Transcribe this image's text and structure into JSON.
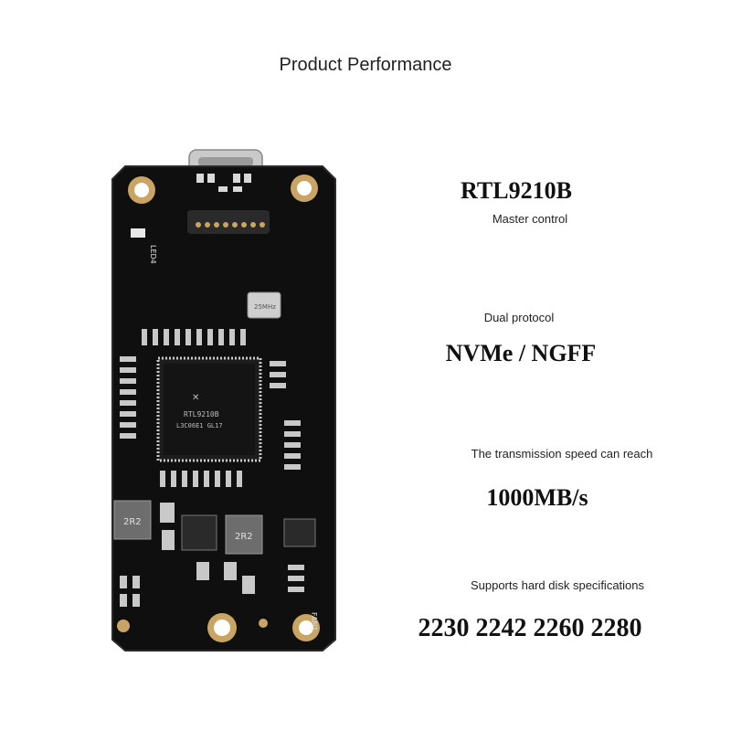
{
  "header": {
    "title": "Product Performance"
  },
  "board": {
    "chip_line1": "RTL9210B",
    "chip_line2": "L3C06E1 GL17",
    "crystal_label": "25MHz",
    "led_label": "LED4",
    "fan_label": "FAN1",
    "inductor_label": "2R2"
  },
  "specs": {
    "controller_name": "RTL9210B",
    "controller_caption": "Master control",
    "protocol_caption": "Dual protocol",
    "protocol_value": "NVMe / NGFF",
    "speed_caption": "The transmission speed can reach",
    "speed_value": "1000MB/s",
    "sizes_caption": "Supports hard disk specifications",
    "sizes_value": "2230 2242 2260 2280"
  }
}
